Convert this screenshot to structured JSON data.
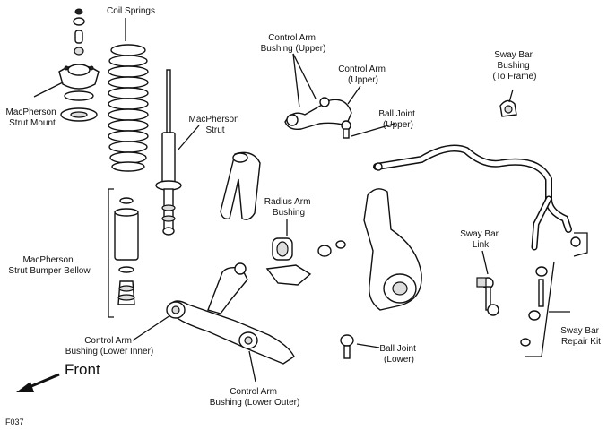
{
  "labels": {
    "coil_springs": [
      "Coil Springs"
    ],
    "strut_mount": [
      "MacPherson",
      "Strut Mount"
    ],
    "strut": [
      "MacPherson",
      "Strut"
    ],
    "bumper_bellow": [
      "MacPherson",
      "Strut Bumper Bellow"
    ],
    "ca_bushing_upper": [
      "Control Arm",
      "Bushing (Upper)"
    ],
    "control_arm_upper": [
      "Control Arm",
      "(Upper)"
    ],
    "ball_joint_upper": [
      "Ball Joint",
      "(Upper)"
    ],
    "radius_arm_bushing": [
      "Radius Arm",
      "Bushing"
    ],
    "sway_bar_bushing": [
      "Sway Bar",
      "Bushing",
      "(To Frame)"
    ],
    "sway_bar_link": [
      "Sway Bar",
      "Link"
    ],
    "sway_bar_repair_kit": [
      "Sway Bar",
      "Repair Kit"
    ],
    "ca_bushing_lower_inner": [
      "Control Arm",
      "Bushing (Lower Inner)"
    ],
    "ca_bushing_lower_outer": [
      "Control Arm",
      "Bushing (Lower Outer)"
    ],
    "ball_joint_lower": [
      "Ball Joint",
      "(Lower)"
    ]
  },
  "front_label": "Front",
  "figure_code": "F037"
}
